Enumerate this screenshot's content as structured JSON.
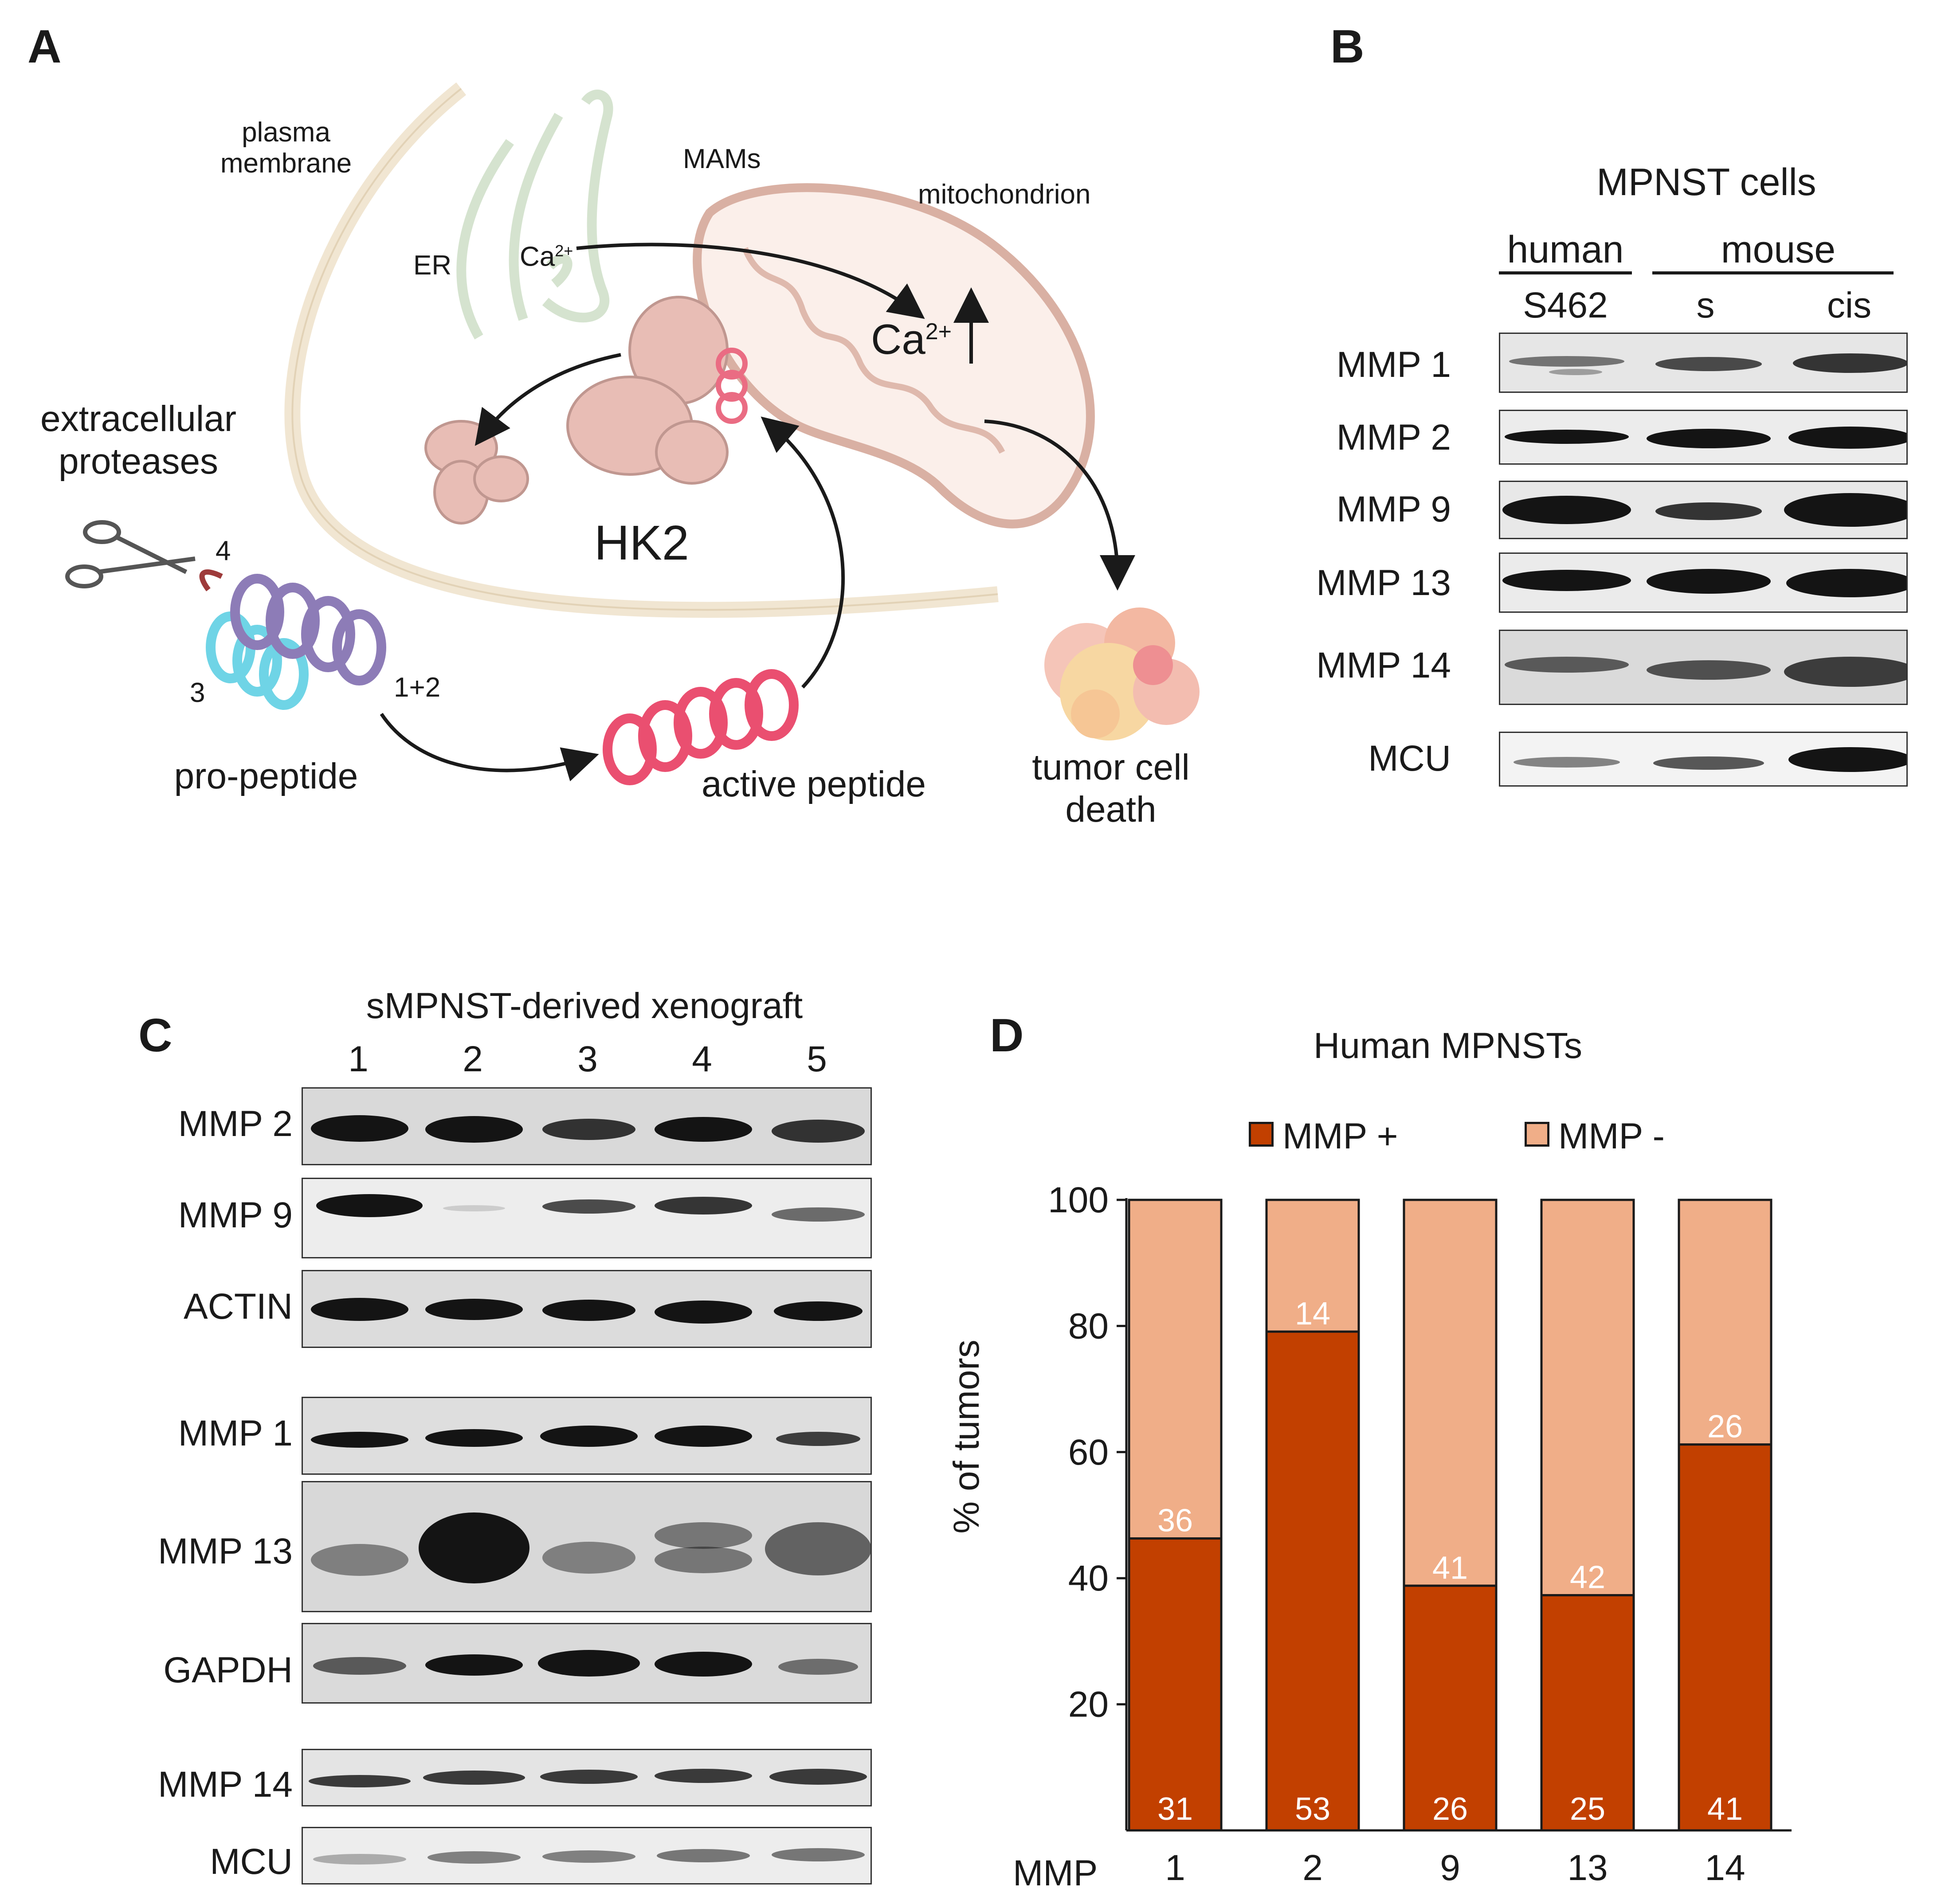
{
  "panelA": {
    "letter": "A",
    "plasma_membrane": [
      "plasma",
      "membrane"
    ],
    "mams": "MAMs",
    "mitochondrion": "mitochondrion",
    "er": "ER",
    "ca_small": "Ca",
    "ca_small_sup": "2+",
    "ca_large": "Ca",
    "ca_large_sup": "2+",
    "extracellular_proteases": [
      "extracellular",
      "proteases"
    ],
    "hk2": "HK2",
    "num4": "4",
    "num3": "3",
    "num12": "1+2",
    "pro_peptide": "pro-peptide",
    "active_peptide": "active peptide",
    "tumor_cell_death": [
      "tumor cell",
      "death"
    ]
  },
  "panelB": {
    "letter": "B",
    "title": "MPNST cells",
    "group_human": "human",
    "group_mouse": "mouse",
    "lanes": [
      "S462",
      "s",
      "cis"
    ],
    "rows": [
      "MMP 1",
      "MMP 2",
      "MMP 9",
      "MMP 13",
      "MMP 14",
      "MCU"
    ]
  },
  "panelC": {
    "letter": "C",
    "title": "sMPNST-derived xenograft",
    "lanes": [
      "1",
      "2",
      "3",
      "4",
      "5"
    ],
    "rows": [
      "MMP 2",
      "MMP 9",
      "ACTIN",
      "MMP 1",
      "MMP 13",
      "GAPDH",
      "MMP 14",
      "MCU"
    ]
  },
  "panelD": {
    "letter": "D",
    "axis_prefix": "MMP"
  },
  "colors": {
    "mmp_pos": "#C24000",
    "mmp_neg": "#F0AE88",
    "band": "#141414"
  },
  "chart_data": {
    "type": "bar",
    "stacked": true,
    "title": "Human MPNSTs",
    "xlabel": "MMP",
    "ylabel": "% of tumors",
    "categories": [
      "1",
      "2",
      "9",
      "13",
      "14"
    ],
    "ylim": [
      0,
      100
    ],
    "yticks": [
      20,
      40,
      60,
      80,
      100
    ],
    "legend_position": "top",
    "series": [
      {
        "name": "MMP +",
        "counts": [
          31,
          53,
          26,
          25,
          41
        ],
        "values": [
          46.3,
          79.1,
          38.8,
          37.3,
          61.2
        ]
      },
      {
        "name": "MMP -",
        "counts": [
          36,
          14,
          41,
          42,
          26
        ],
        "values": [
          53.7,
          20.9,
          61.2,
          62.7,
          38.8
        ]
      }
    ]
  }
}
